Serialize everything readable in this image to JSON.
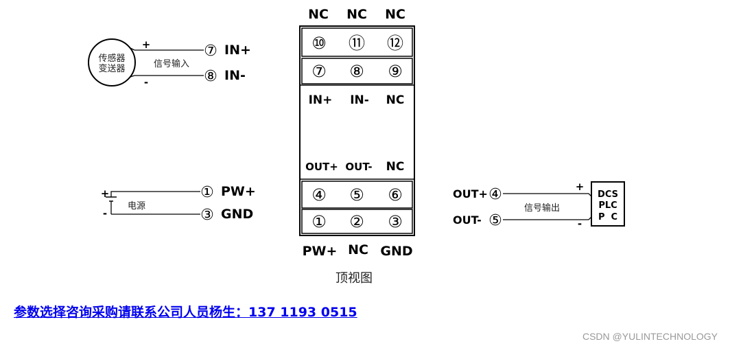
{
  "module": {
    "top_nc_labels": [
      "NC",
      "NC",
      "NC"
    ],
    "upper_pins": [
      "⑩",
      "⑪",
      "⑫"
    ],
    "upper_pins_2": [
      "⑦",
      "⑧",
      "⑨"
    ],
    "input_labels": [
      "IN+",
      "IN-",
      "NC"
    ],
    "output_labels": [
      "OUT+",
      "OUT-",
      "NC"
    ],
    "lower_pins_1": [
      "④",
      "⑤",
      "⑥"
    ],
    "lower_pins_2": [
      "①",
      "②",
      "③"
    ],
    "bottom_labels": [
      "PW+",
      "NC",
      "GND"
    ],
    "caption": "顶视图"
  },
  "sensor": {
    "body_line1": "传感器",
    "body_line2": "变送器",
    "signal_label": "信号输入",
    "plus": "+",
    "minus": "-",
    "pin_in_plus": "⑦",
    "label_in_plus": "IN+",
    "pin_in_minus": "⑧",
    "label_in_minus": "IN-"
  },
  "power": {
    "plus": "+",
    "minus": "-",
    "label": "电源",
    "pin_pw": "①",
    "label_pw": "PW+",
    "pin_gnd": "③",
    "label_gnd": "GND"
  },
  "output": {
    "label_out_plus": "OUT+",
    "pin_out_plus": "④",
    "label_out_minus": "OUT-",
    "pin_out_minus": "⑤",
    "signal_label": "信号输出",
    "plus": "+",
    "minus": "-",
    "device_line1": "DCS",
    "device_line2": "PLC",
    "device_line3": "P  C"
  },
  "contact": "参数选择咨询采购请联系公司人员杨生：137 1193 0515",
  "watermark": "CSDN @YULINTECHNOLOGY"
}
